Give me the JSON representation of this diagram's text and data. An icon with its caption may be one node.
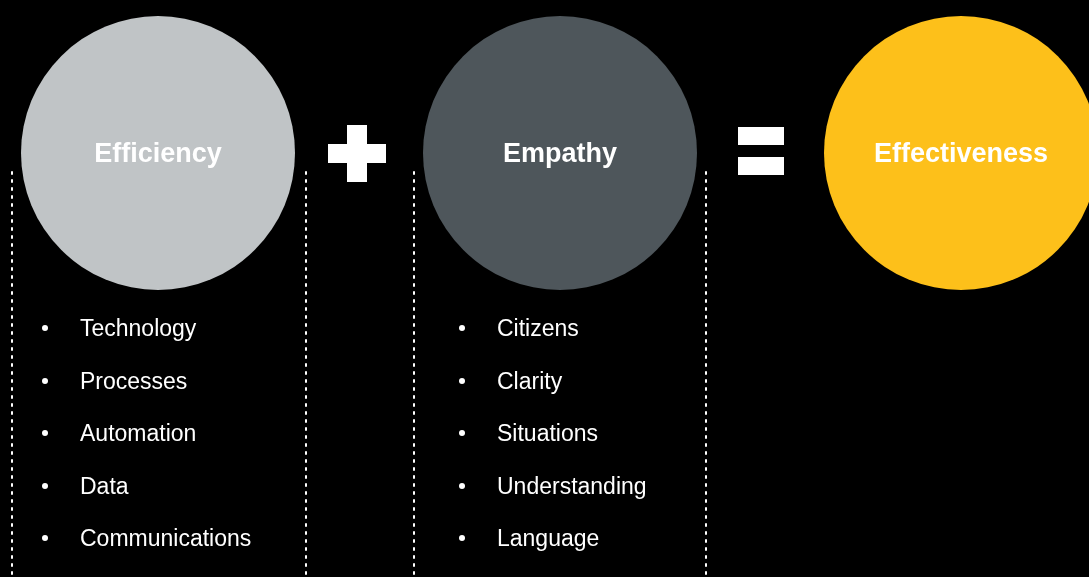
{
  "diagram": {
    "nodes": [
      {
        "text": [
          "Efficiency"
        ]
      },
      {
        "text": [
          "Empathy"
        ]
      },
      {
        "text": [
          "Effectiveness"
        ]
      }
    ],
    "labels": [
      "Technology",
      "Processes",
      "Automation",
      "Data",
      "Communications",
      "Citizens",
      "Clarity",
      "Situations",
      "Understanding",
      "Language"
    ]
  }
}
